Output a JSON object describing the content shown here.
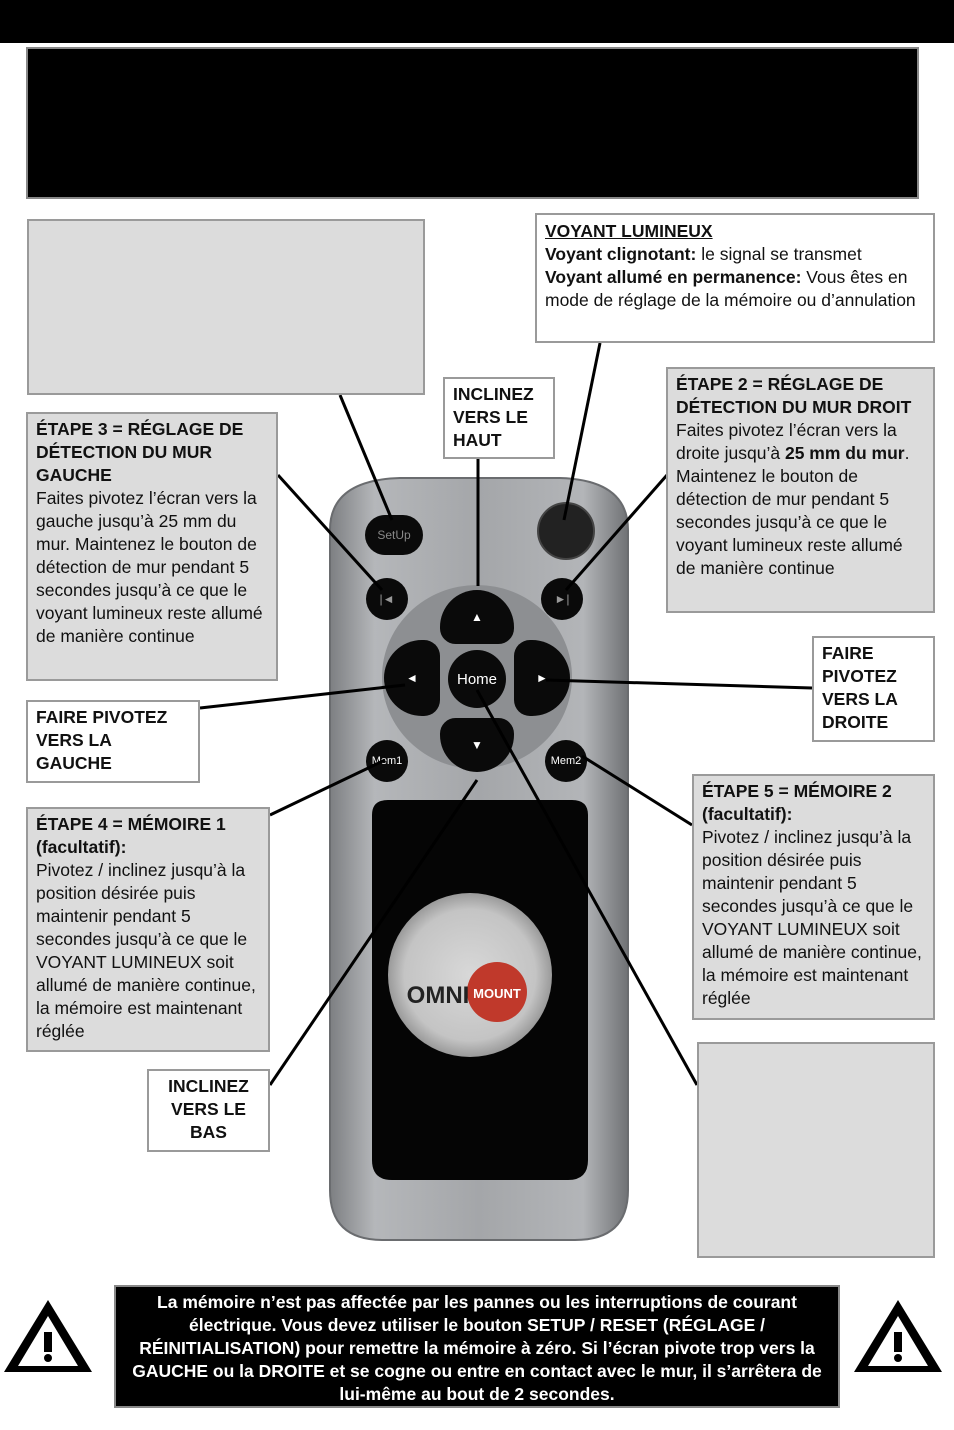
{
  "voyant": {
    "title": "VOYANT LUMINEUX",
    "line1_bold": "Voyant clignotant:",
    "line1_rest": " le signal se transmet",
    "line2_bold": "Voyant allumé en permanence:",
    "line2_rest": " Vous êtes en mode de réglage de la mémoire ou d’annulation"
  },
  "haut": {
    "label": "INCLINEZ VERS LE HAUT"
  },
  "etape2": {
    "title": "ÉTAPE 2 = RÉGLAGE DE DÉTECTION DU MUR DROIT",
    "text_a": "Faites pivotez l’écran vers la droite jusqu’à ",
    "text_bold1": "25 mm du mur",
    "text_b": ". Maintenez le bouton de détection de mur pendant 5 secondes jusqu’à ce que le voyant lumineux reste allumé de manière continue"
  },
  "etape3": {
    "title": "ÉTAPE 3 = RÉGLAGE DE DÉTECTION DU MUR GAUCHE",
    "text": "Faites pivotez l’écran vers la gauche jusqu’à 25 mm du mur. Maintenez le bouton de détection de mur pendant 5 secondes jusqu’à ce que le voyant lumineux reste allumé de manière continue"
  },
  "droite": {
    "label": "FAIRE PIVOTEZ VERS LA DROITE"
  },
  "gauche": {
    "label": "FAIRE PIVOTEZ VERS LA GAUCHE"
  },
  "etape4": {
    "title": "ÉTAPE 4 = MÉMOIRE 1 (facultatif):",
    "text": "Pivotez / inclinez jusqu’à la position désirée puis maintenir pendant 5 secondes jusqu’à ce que le VOYANT LUMINEUX soit allumé de manière continue, la mémoire est maintenant réglée"
  },
  "etape5": {
    "title": "ÉTAPE 5 = MÉMOIRE 2 (facultatif):",
    "text": "Pivotez / inclinez jusqu’à la position désirée puis maintenir pendant 5 secondes jusqu’à ce que le VOYANT LUMINEUX soit allumé de manière continue, la mémoire est maintenant réglée"
  },
  "bas": {
    "label": "INCLINEZ VERS LE BAS"
  },
  "remote": {
    "setup": "SetUp",
    "home": "Home",
    "mem1": "Mem1",
    "mem2": "Mem2",
    "logo_left": "OMNI",
    "logo_right": "MOUNT",
    "up": "▲",
    "down": "▼",
    "left": "◄",
    "right": "►",
    "prev": "|◄",
    "next": "►|"
  },
  "warning": {
    "text": "La mémoire n’est pas affectée par les pannes ou les interruptions de courant électrique. Vous devez utiliser le bouton SETUP / RESET (RÉGLAGE / RÉINITIALISATION) pour remettre la mémoire à zéro. Si l’écran pivote trop vers la GAUCHE ou la DROITE et se cogne ou entre en contact avec le mur, il s’arrêtera de lui-même au bout de 2 secondes."
  },
  "colors": {
    "panel_gray": "#dcdcdc",
    "remote_silver": "#a9abad",
    "dark": "#000000"
  }
}
